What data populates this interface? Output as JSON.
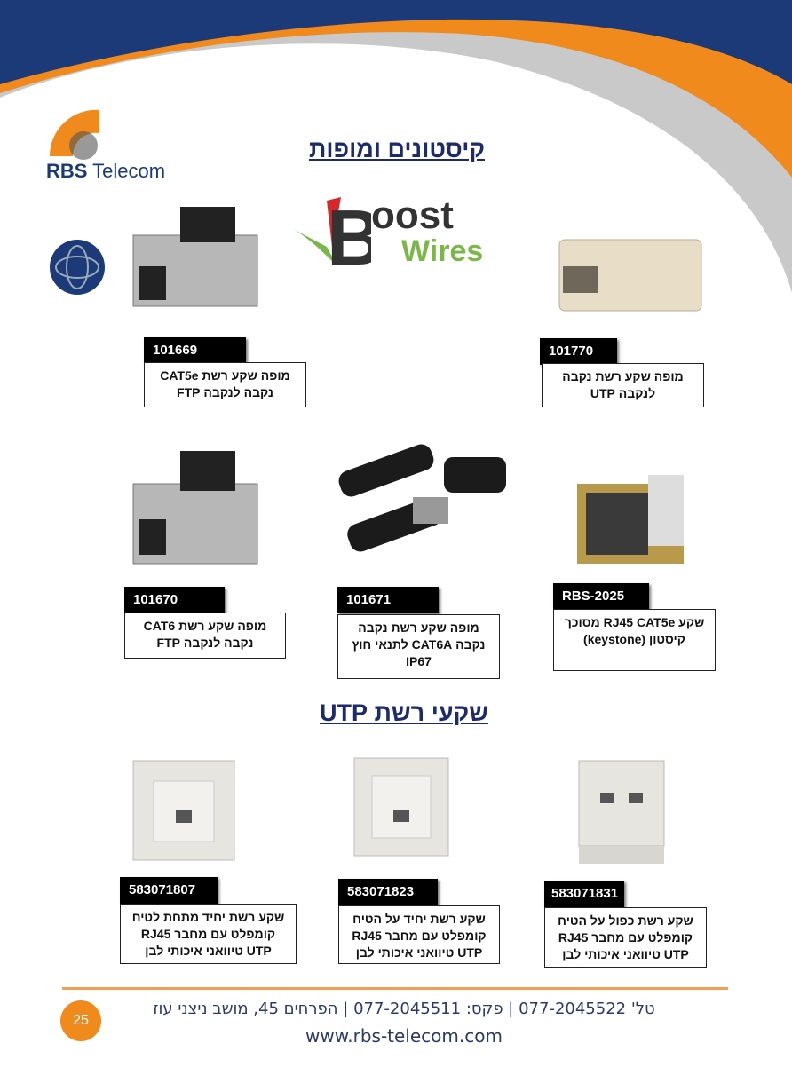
{
  "header": {
    "brand": "RBS Telecom",
    "brand_bold": "RBS",
    "brand_light": "Telecom",
    "partner_logo": "Boost Wires",
    "partner_logo_line1": "oost",
    "partner_logo_line2": "Wires"
  },
  "sections": [
    {
      "title": "קיסטונים ומופות"
    },
    {
      "title": "שקעי רשת UTP"
    }
  ],
  "products": [
    {
      "code": "101669",
      "lines": [
        "מופה שקע רשת CAT5e",
        "נקבה לנקבה FTP"
      ]
    },
    {
      "code": "101770",
      "lines": [
        "מופה שקע רשת נקבה",
        "לנקבה UTP"
      ]
    },
    {
      "code": "101670",
      "lines": [
        "מופה שקע רשת CAT6",
        "נקבה לנקבה FTP"
      ]
    },
    {
      "code": "101671",
      "lines": [
        "מופה שקע רשת נקבה",
        "נקבה CAT6A לתנאי חוץ",
        "IP67"
      ]
    },
    {
      "code": "RBS-2025",
      "lines": [
        "שקע RJ45 CAT5e מסוכך",
        "קיסטון (keystone)"
      ]
    },
    {
      "code": "583071807",
      "lines": [
        "שקע רשת יחיד מתחת לטיח",
        "קומפלט עם מחבר RJ45",
        "UTP טיוואני איכותי לבן"
      ]
    },
    {
      "code": "583071823",
      "lines": [
        "שקע רשת יחיד על הטיח",
        "קומפלט עם מחבר RJ45",
        "UTP טיוואני איכותי לבן"
      ]
    },
    {
      "code": "583071831",
      "lines": [
        "שקע רשת כפול על הטיח",
        "קומפלט עם מחבר RJ45",
        "UTP טיוואני איכותי לבן"
      ]
    }
  ],
  "footer": {
    "page": "25",
    "contact": "טל' 077-2045522 | פקס: 077-2045511 | הפרחים 45, מושב ניצני עוז",
    "url": "www.rbs-telecom.com"
  },
  "colors": {
    "navy": "#1d3a78",
    "orange": "#f08a1c",
    "gray": "#c8c8c8"
  }
}
